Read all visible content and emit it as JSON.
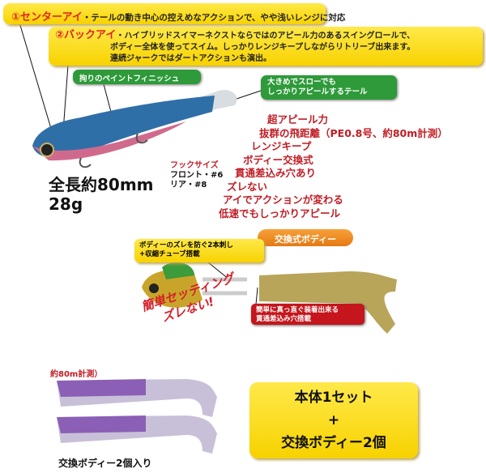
{
  "callout_center_eye": {
    "title": "①センターアイ",
    "text": "・テールの動き中心の控えめなアクションで、やや浅いレンジに対応"
  },
  "callout_back_eye": {
    "title": "②バックアイ",
    "line1": "・ハイブリッドスイマーネクストならではのアピール力のあるスイングロールで、",
    "line2": "ボディー全体を使ってスイム。しっかりレンジキープしながらリトリーブ出来ます。",
    "line3": "連続ジャークではダートアクションも演出。"
  },
  "paint_label": "拘りのペイントフィニッシュ",
  "tail_label": {
    "line1": "大きめでスローでも",
    "line2": "しっかりアピールするテール"
  },
  "length": "全長約80mm",
  "weight": "28g",
  "hook": {
    "title": "フックサイズ",
    "front": "フロント・#6",
    "rear": "リア・#8"
  },
  "features": [
    "超アピール力",
    "抜群の飛距離（PE0.8号、約80m計測）",
    "レンジキープ",
    "ボディー交換式",
    "貫通差込み穴あり",
    "ズレない",
    "アイでアクションが変わる",
    "低速でもしっかりアピール"
  ],
  "swap_body_label": "交換式ボディー",
  "yellow_callout": {
    "line1": "ボディーのズレを防ぐ2本刺し",
    "line2": "+収縮チューブ搭載"
  },
  "red_callout": {
    "line1": "簡単に真っ直ぐ装着出来る",
    "line2": "貫通差込み穴搭載"
  },
  "easy_setting": {
    "line1": "簡単セッティング",
    "line2": "ズレない!"
  },
  "partial_text": "約80m計測）",
  "bodies_caption": "交換ボディー2個入り",
  "set_box": {
    "line1": "本体1セット",
    "line2": "+",
    "line3": "交換ボディー2個"
  }
}
